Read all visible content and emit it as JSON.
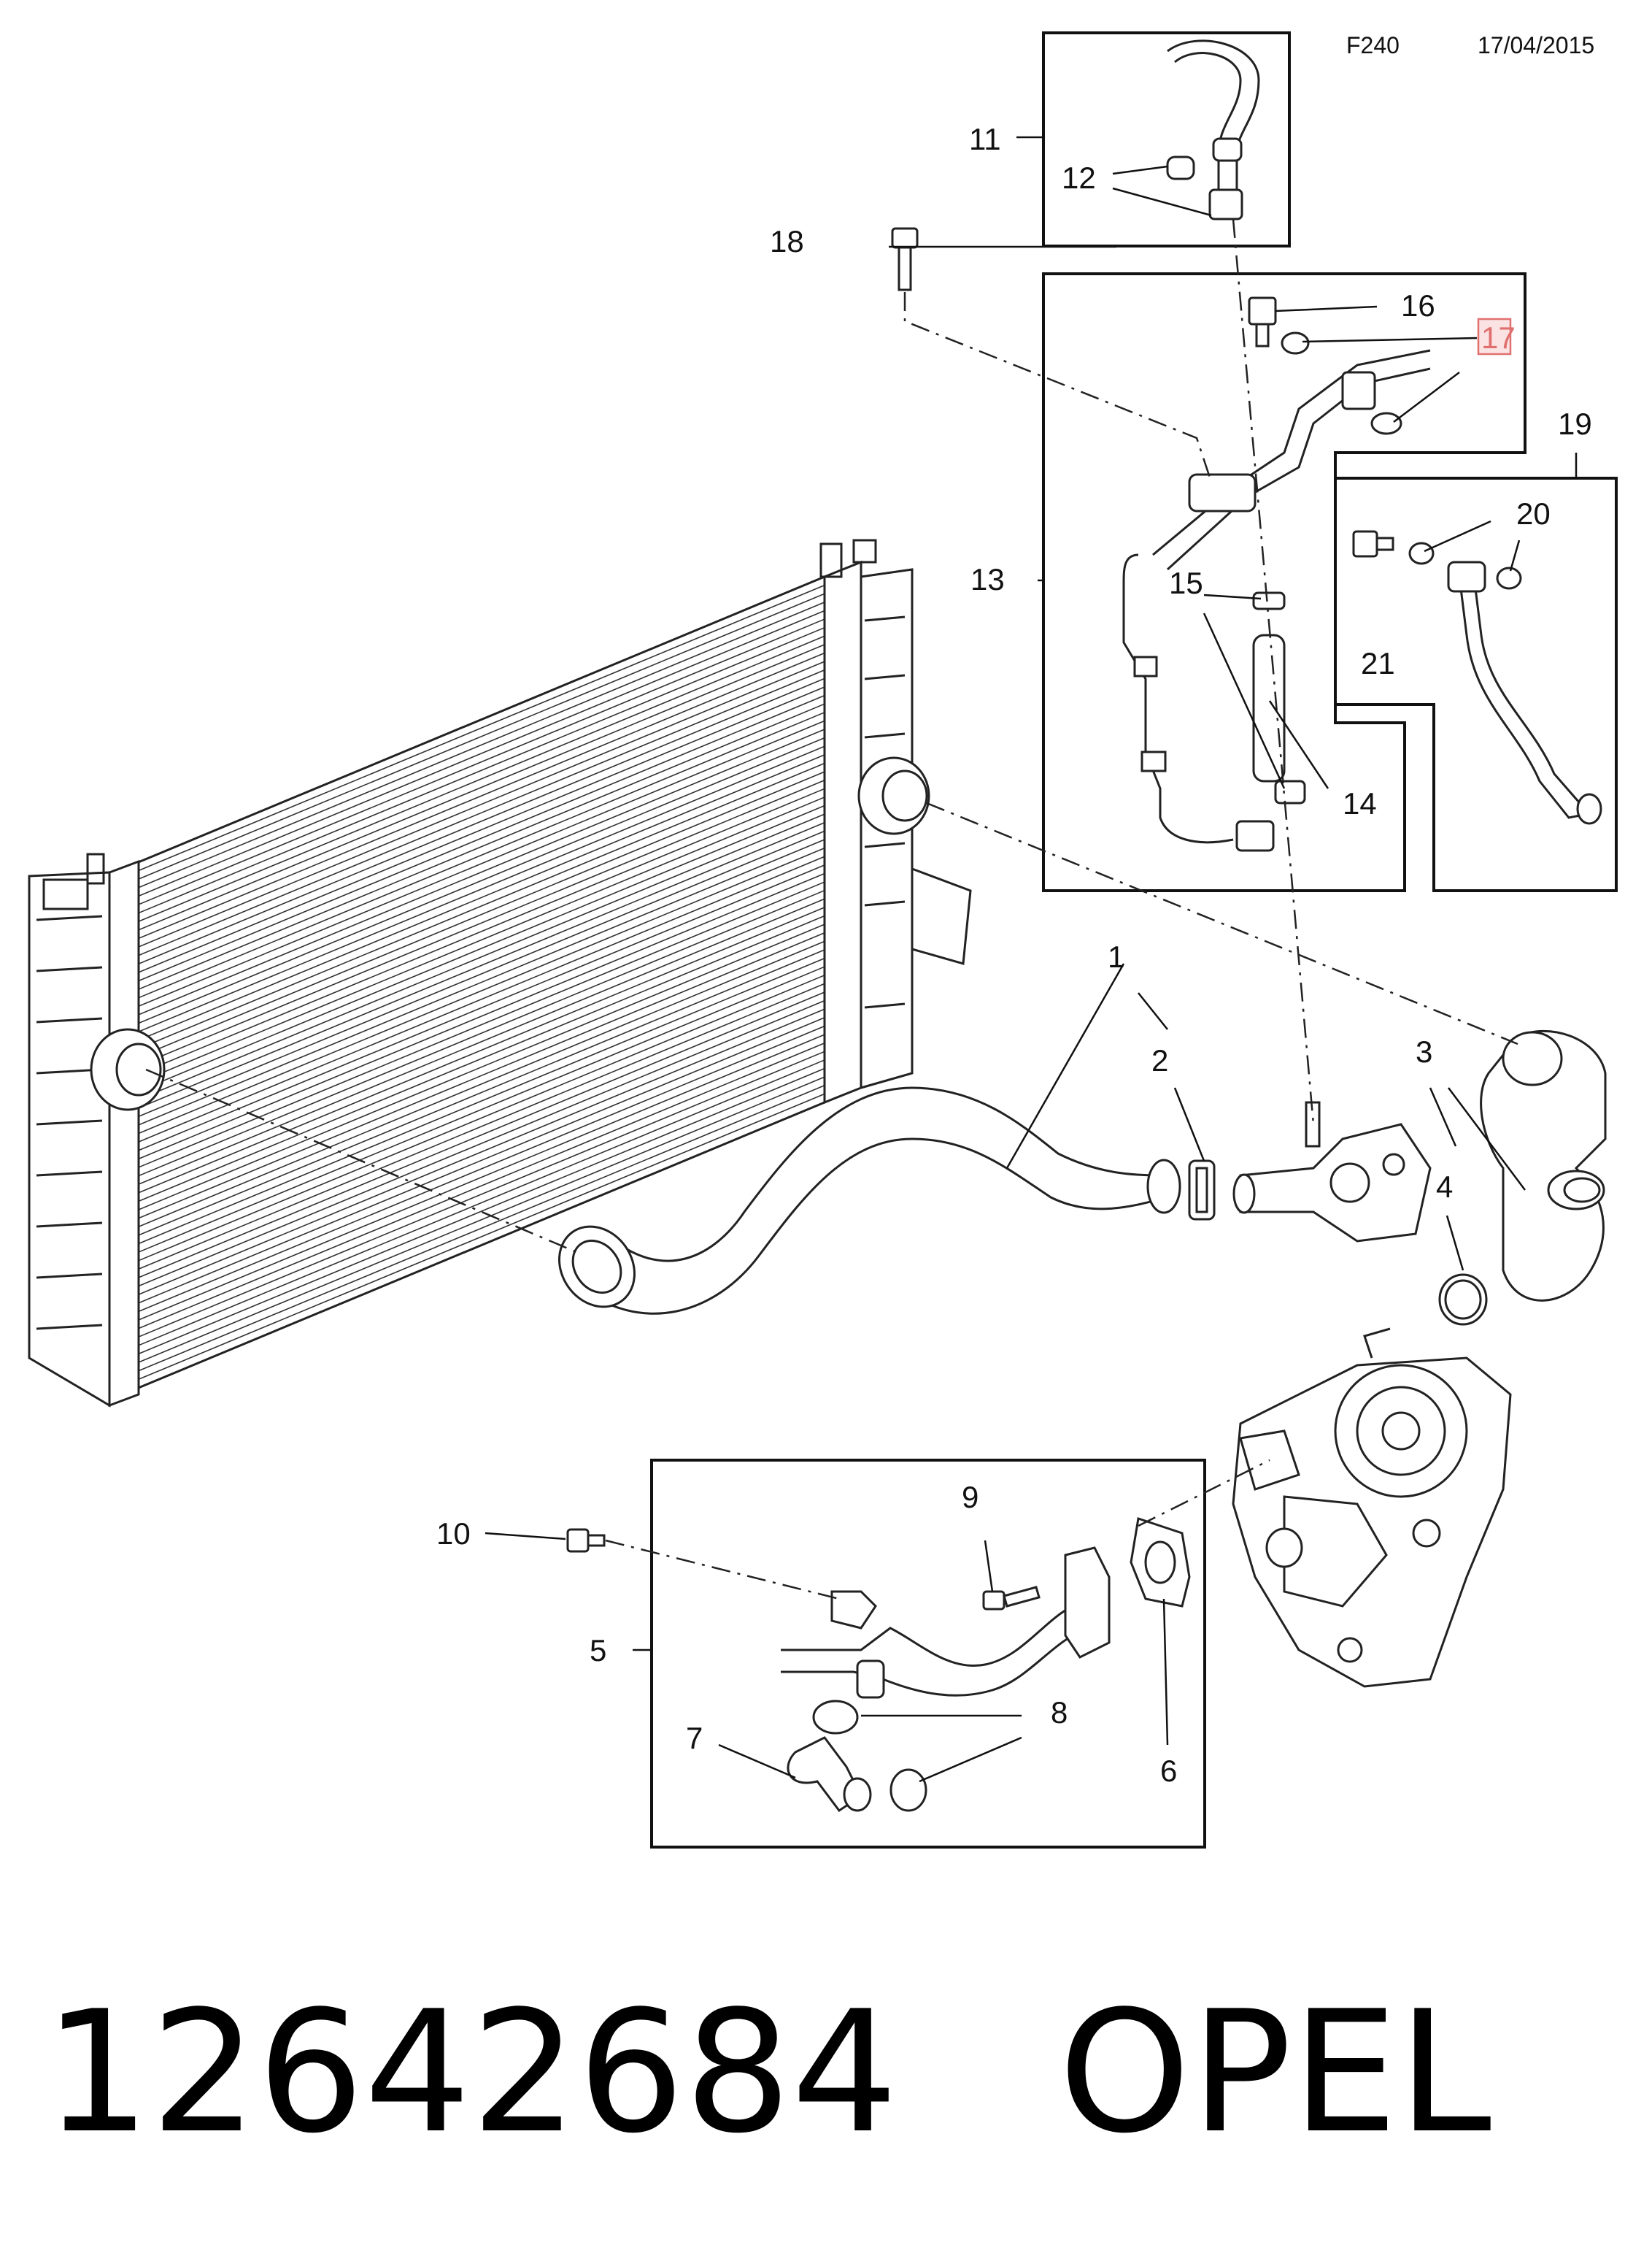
{
  "header": {
    "code": "F240",
    "date": "17/04/2015"
  },
  "labels": {
    "n1": "1",
    "n2": "2",
    "n3": "3",
    "n4": "4",
    "n5": "5",
    "n6": "6",
    "n7": "7",
    "n8": "8",
    "n9": "9",
    "n10": "10",
    "n11": "11",
    "n12": "12",
    "n13": "13",
    "n14": "14",
    "n15": "15",
    "n16": "16",
    "n17": "17",
    "n18": "18",
    "n19": "19",
    "n20": "20",
    "n21": "21"
  },
  "highlight_color": "#e07070",
  "footer": {
    "part_number": "12642684",
    "brand": "OPEL"
  }
}
